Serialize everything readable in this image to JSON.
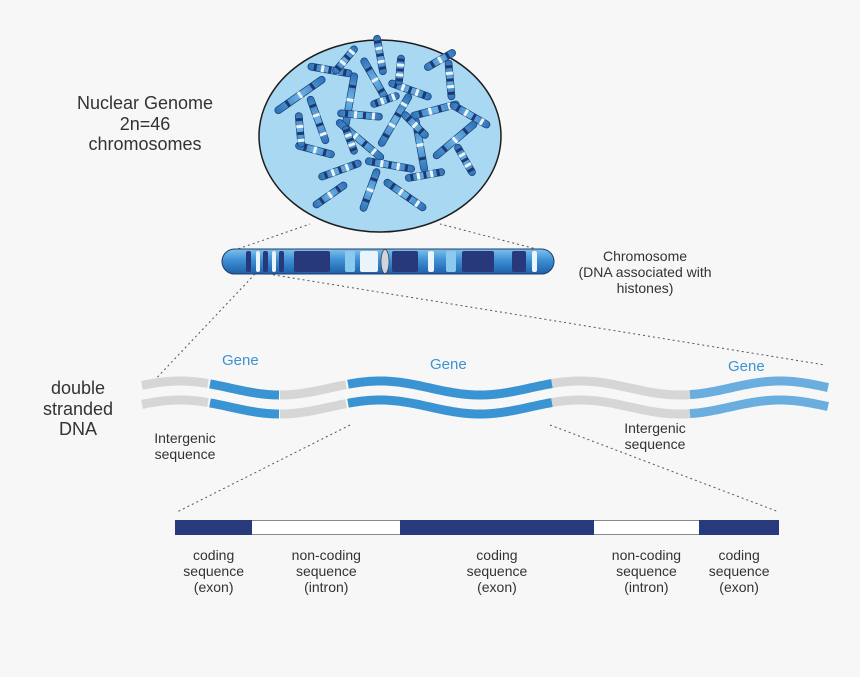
{
  "labels": {
    "nuclear_genome": [
      "Nuclear Genome",
      "2n=46",
      "chromosomes"
    ],
    "chromosome": [
      "Chromosome",
      "(DNA associated with",
      "histones)"
    ],
    "double_stranded": [
      "double",
      "stranded",
      "DNA"
    ],
    "intergenic_left": [
      "Intergenic",
      "sequence"
    ],
    "intergenic_right": [
      "Intergenic",
      "sequence"
    ],
    "gene_1": "Gene",
    "gene_2": "Gene",
    "gene_3": "Gene"
  },
  "segments": [
    {
      "kind": "exon",
      "lines": [
        "coding",
        "sequence",
        "(exon)"
      ],
      "fraction": 0.128
    },
    {
      "kind": "intron",
      "lines": [
        "non-coding",
        "sequence",
        "(intron)"
      ],
      "fraction": 0.245
    },
    {
      "kind": "exon",
      "lines": [
        "coding",
        "sequence",
        "(exon)"
      ],
      "fraction": 0.32
    },
    {
      "kind": "intron",
      "lines": [
        "non-coding",
        "sequence",
        "(intron)"
      ],
      "fraction": 0.175
    },
    {
      "kind": "exon",
      "lines": [
        "coding",
        "sequence",
        "(exon)"
      ],
      "fraction": 0.132
    }
  ],
  "colors": {
    "nucleus_fill": "#a8d8f2",
    "chromosome_blue": "#3d7fc1",
    "chromosome_dark": "#283a7c",
    "gene_blue": "#3a93d2",
    "gene_light": "#6aaee0",
    "intergenic_grey": "#d4d4d4",
    "exon": "#283a7c",
    "intron": "#ffffff",
    "text": "#333333"
  }
}
